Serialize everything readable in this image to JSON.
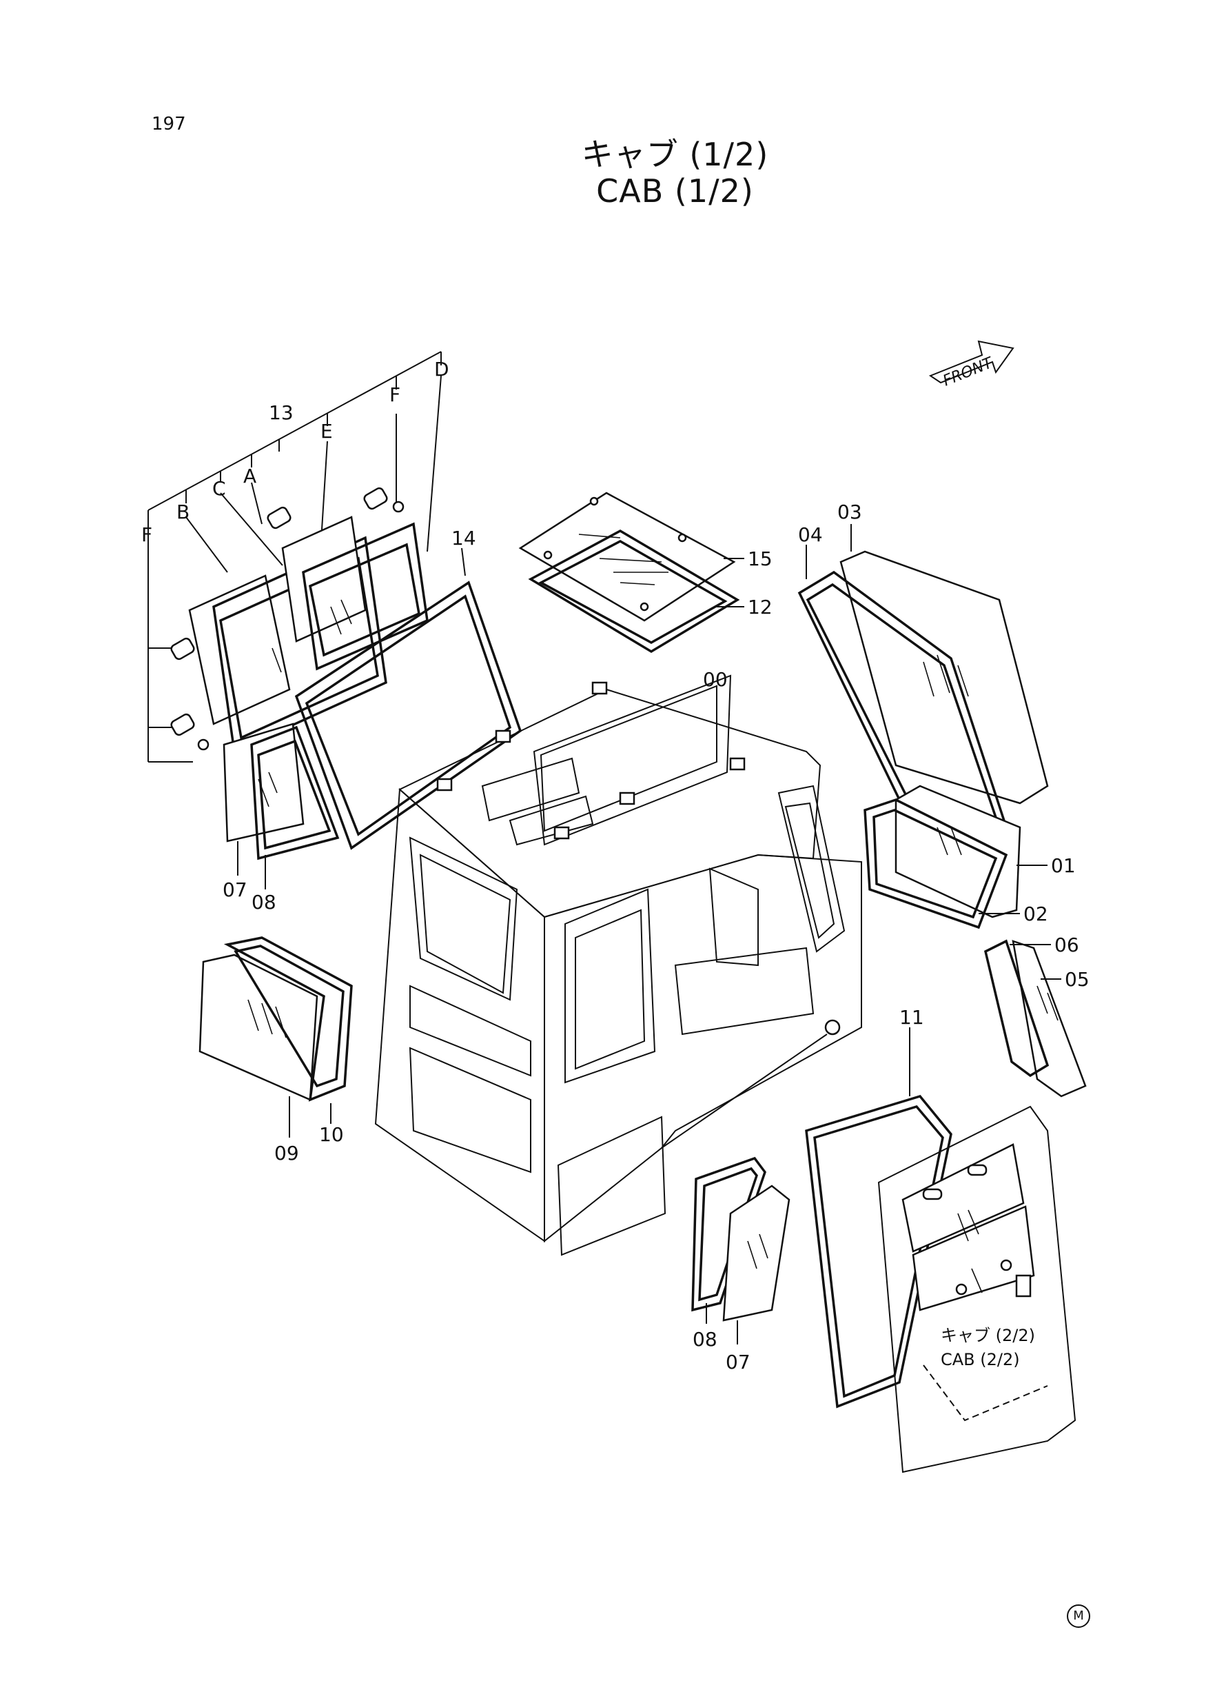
{
  "page": {
    "number": "197",
    "title_jp": "キャブ (1/2)",
    "title_en": "CAB (1/2)",
    "front_label": "FRONT",
    "maker_mark": "M"
  },
  "callouts": {
    "c00": "00",
    "c01": "01",
    "c02": "02",
    "c03": "03",
    "c04": "04",
    "c05": "05",
    "c06": "06",
    "c07a": "07",
    "c07b": "07",
    "c08a": "08",
    "c08b": "08",
    "c09": "09",
    "c10": "10",
    "c11": "11",
    "c12": "12",
    "c13": "13",
    "c14": "14",
    "c15": "15",
    "la": "A",
    "lb": "B",
    "lc": "C",
    "ld": "D",
    "le": "E",
    "lf1": "F",
    "lf2": "F"
  },
  "reference": {
    "jp": "キャブ (2/2)",
    "en": "CAB (2/2)"
  }
}
